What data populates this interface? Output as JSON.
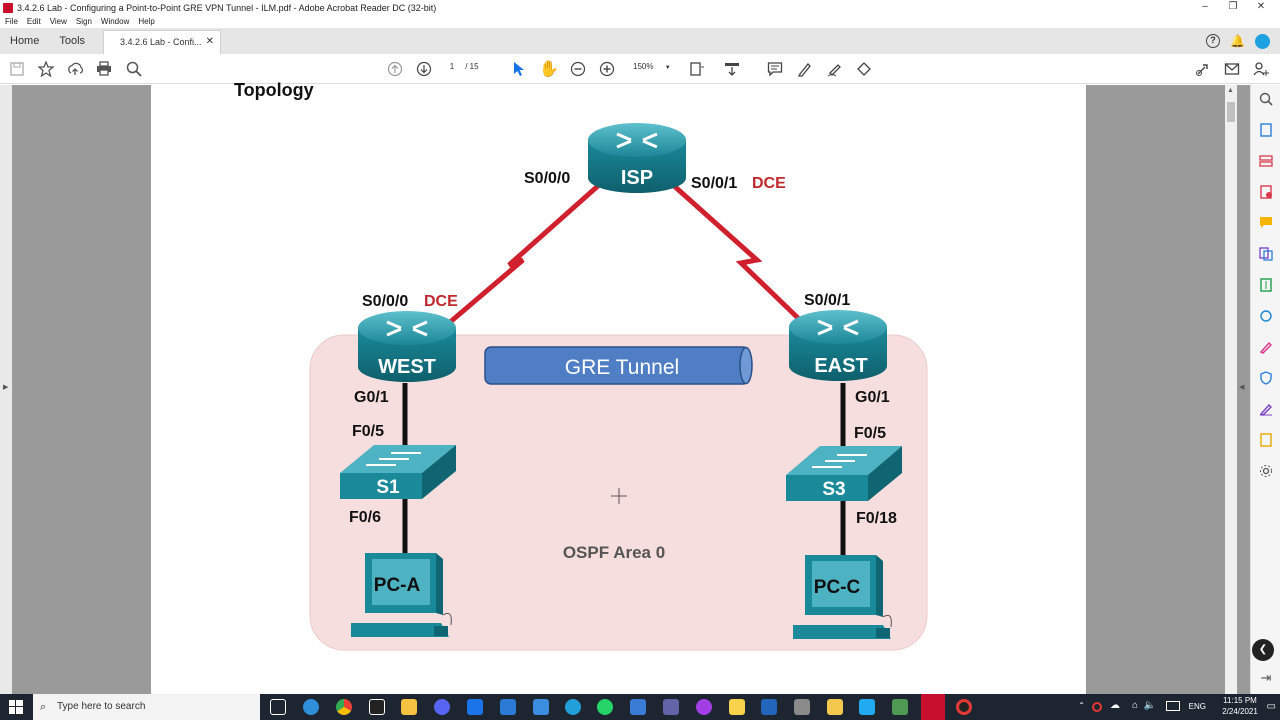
{
  "window": {
    "title": "3.4.2.6 Lab - Configuring a Point-to-Point GRE VPN Tunnel - ILM.pdf - Adobe Acrobat Reader DC (32-bit)"
  },
  "menu": [
    "File",
    "Edit",
    "View",
    "Sign",
    "Window",
    "Help"
  ],
  "tabs": {
    "home": "Home",
    "tools": "Tools",
    "doc": "3.4.2.6 Lab - Confi..."
  },
  "toolbar": {
    "page_current": "1",
    "page_total": "/ 15",
    "zoom": "150%"
  },
  "document": {
    "heading": "Topology",
    "diagram": {
      "routers": {
        "isp": "ISP",
        "west": "WEST",
        "east": "EAST"
      },
      "switches": {
        "s1": "S1",
        "s3": "S3"
      },
      "pcs": {
        "pca": "PC-A",
        "pcc": "PC-C"
      },
      "interfaces": {
        "isp_left": "S0/0/0",
        "isp_right": "S0/0/1",
        "isp_right_dce": "DCE",
        "west_serial": "S0/0/0",
        "west_dce": "DCE",
        "east_serial": "S0/0/1",
        "west_g": "G0/1",
        "s1_f5": "F0/5",
        "s1_f6": "F0/6",
        "east_g": "G0/1",
        "s3_f5": "F0/5",
        "s3_f18": "F0/18"
      },
      "tunnel": "GRE Tunnel",
      "area": "OSPF Area 0"
    }
  },
  "taskbar": {
    "search_placeholder": "Type here to search",
    "lang": "ENG",
    "time": "11:15 PM",
    "date": "2/24/2021"
  },
  "colors": {
    "serial_link": "#d0202e",
    "dce": "#c0282d",
    "device": "#1d8a9c",
    "area_fill": "#f6dede",
    "tunnel": "#4f7ec4"
  }
}
